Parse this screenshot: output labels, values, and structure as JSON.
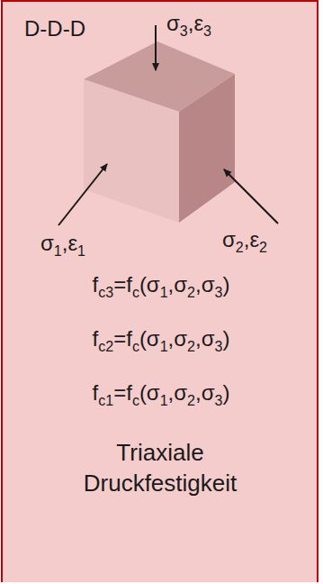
{
  "diagram": {
    "nodes": [
      {
        "text": [
          "D-D-D",
          "Triaxiale Druckfestigkeit"
        ]
      }
    ],
    "labels": [
      "σ",
      "3",
      ",ε",
      "3",
      "σ",
      "1",
      ",ε",
      "1",
      "σ",
      "2",
      ",ε",
      "2",
      "f",
      "c3",
      "=f",
      "c",
      "(σ",
      "1",
      ",σ",
      "2",
      ",σ",
      "3",
      ")",
      "f",
      "c2",
      "=f",
      "c",
      "(σ",
      "1",
      ",σ",
      "2",
      ",σ",
      "3",
      ")",
      "f",
      "c1",
      "=f",
      "c",
      "(σ",
      "1",
      ",σ",
      "2",
      ",σ",
      "3",
      ")"
    ]
  }
}
